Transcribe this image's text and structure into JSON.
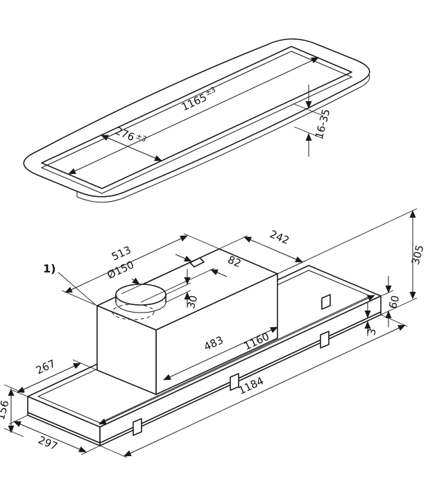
{
  "drawing": {
    "cutout_view": {
      "length": "1165",
      "length_tol": "±3",
      "width": "276",
      "width_tol": "±3",
      "thickness_range": "16-35"
    },
    "unit_view": {
      "note_ref": "1)",
      "housing_length": "513",
      "housing_depth": "242",
      "duct_diameter": "Ø150",
      "duct_offset": "82",
      "collar_height": "30",
      "body_length": "483",
      "inner_length": "1160",
      "overall_length": "1184",
      "overall_height": "305",
      "frame_height": "60",
      "flange_thickness": "3",
      "left_offset": "267",
      "left_height": "156",
      "overall_depth": "297"
    }
  }
}
